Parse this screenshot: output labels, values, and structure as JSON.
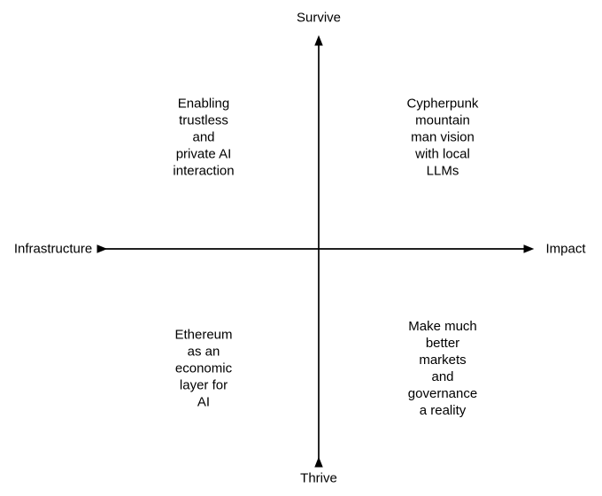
{
  "diagram": {
    "background": "#ffffff",
    "line_color": "#000000",
    "text_color": "#000000",
    "axes": {
      "top": "Survive",
      "bottom": "Thrive",
      "left": "Infrastructure",
      "right": "Impact"
    },
    "quadrants": {
      "top_left": "Enabling\ntrustless\nand\nprivate AI\ninteraction",
      "top_right": "Cypherpunk\nmountain\nman vision\nwith local\nLLMs",
      "bottom_left": "Ethereum\nas an\neconomic\nlayer for\nAI",
      "bottom_right": "Make much\nbetter\nmarkets\nand\ngovernance\na reality"
    }
  }
}
